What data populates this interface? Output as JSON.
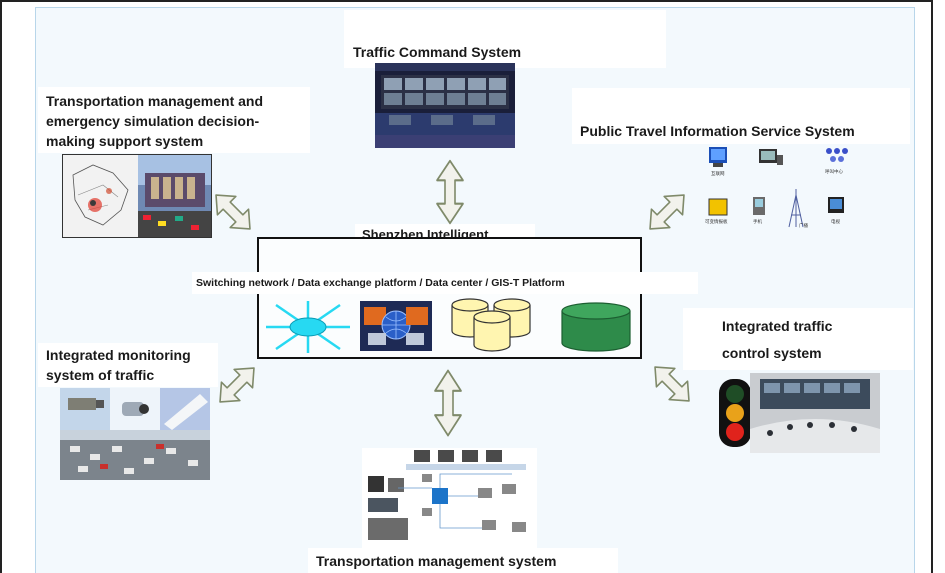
{
  "labels": {
    "command": "Traffic Command System",
    "simulation": "Transportation management and emergency simulation decision-making support system",
    "public_travel": "Public Travel Information Service System",
    "platform_title": "Shenzhen Intelligent Transportation Platform",
    "platform_sub": "Switching network  / Data exchange platform / Data center  / GIS-T Platform",
    "monitoring": "Integrated monitoring system of traffic",
    "control": "Integrated traffic control system",
    "management": "Transportation management system"
  },
  "icon_captions": [
    "互联网",
    "呼叫中心",
    "广播",
    "电视",
    "手机",
    "可变情报板"
  ],
  "colors": {
    "arrow_fill": "#f2f2ec",
    "arrow_stroke": "#7f8a6a",
    "canvas_bg": "#f3f9fd",
    "switch_cyan": "#27d9f2",
    "db_yellow": "#fff5b0",
    "db_green": "#2e8b4a"
  }
}
